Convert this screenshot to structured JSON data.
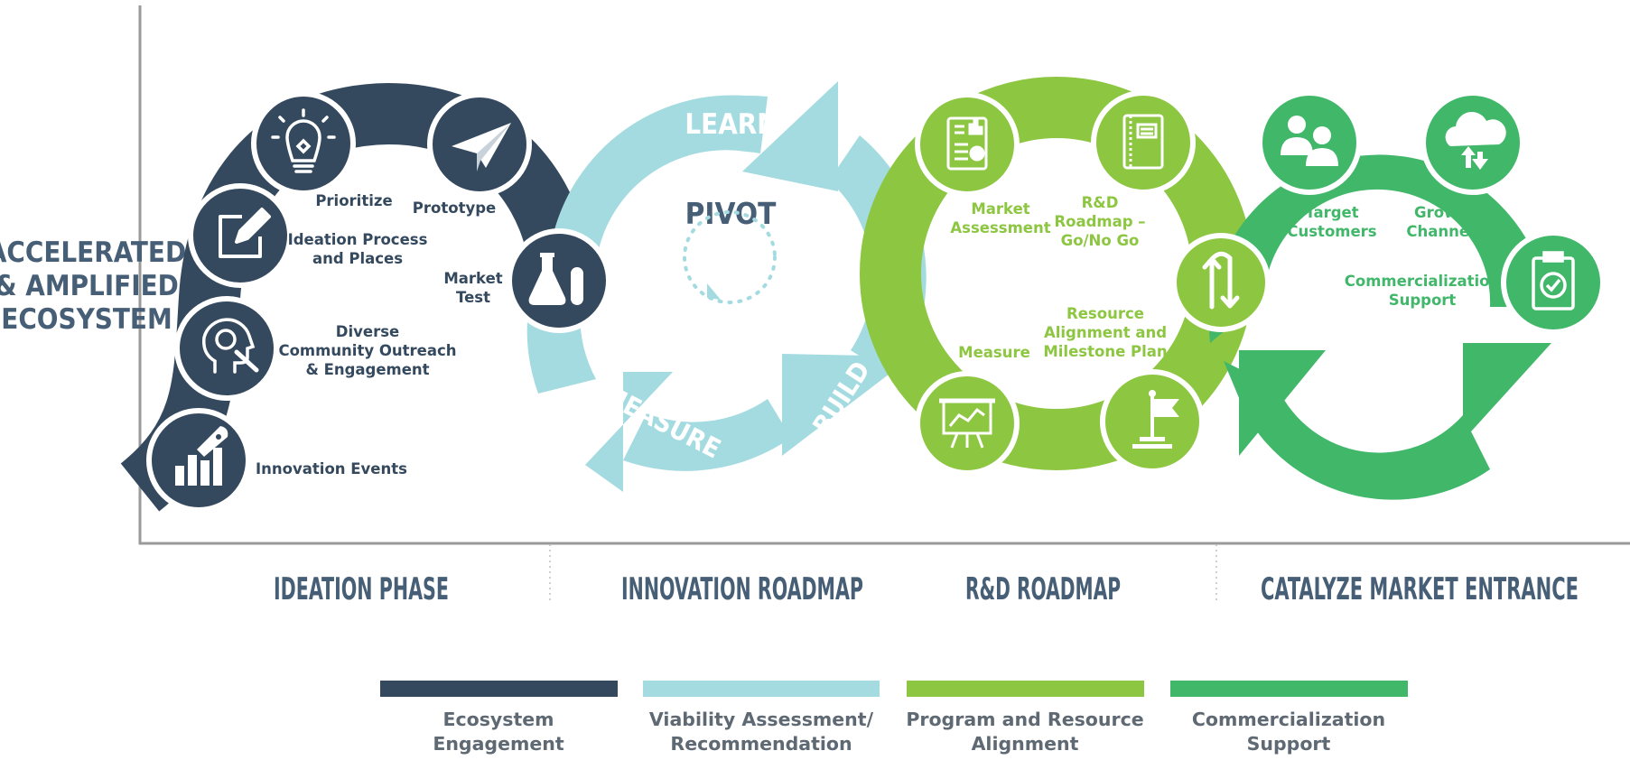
{
  "colors": {
    "navy": "#34495e",
    "light_blue": "#a3dbe0",
    "lime_green": "#8dc641",
    "green": "#41b76a",
    "text_gray": "#5e6973",
    "axis_gray": "#999999",
    "white": "#ffffff"
  },
  "side_title": {
    "line1": "ACCELERATED",
    "line2": "& AMPLIFIED",
    "line3": "ECOSYSTEM"
  },
  "ideation": {
    "labels": {
      "prioritize": "Prioritize",
      "prototype": "Prototype",
      "ideation_process_1": "Ideation Process",
      "ideation_process_2": "and Places",
      "market_test_1": "Market",
      "market_test_2": "Test",
      "diverse_1": "Diverse",
      "diverse_2": "Community Outreach",
      "diverse_3": "& Engagement",
      "innovation_events": "Innovation Events"
    },
    "icons": [
      "lightbulb-icon",
      "paper-plane-icon",
      "edit-icon",
      "flask-icon",
      "head-gear-icon",
      "rocket-chart-icon"
    ]
  },
  "innovation": {
    "learn": "LEARN",
    "build": "BUILD",
    "measure": "MEASURE",
    "pivot": "PIVOT"
  },
  "rd": {
    "labels": {
      "market_1": "Market",
      "market_2": "Assessment",
      "rd_1": "R&D",
      "rd_2": "Roadmap –",
      "rd_3": "Go/No Go",
      "resource_1": "Resource",
      "resource_2": "Alignment and",
      "resource_3": "Milestone Plan",
      "measure": "Measure"
    },
    "icons": [
      "report-icon",
      "notebook-icon",
      "presentation-board-icon",
      "flag-icon",
      "swap-arrows-icon"
    ]
  },
  "commercial": {
    "labels": {
      "target_1": "Target",
      "target_2": "Customers",
      "growth_1": "Growth",
      "growth_2": "Channels",
      "support_1": "Commercialization",
      "support_2": "Support"
    },
    "icons": [
      "people-icon",
      "cloud-arrows-icon",
      "clipboard-check-icon"
    ]
  },
  "phases": [
    "IDEATION PHASE",
    "INNOVATION ROADMAP",
    "R&D ROADMAP",
    "CATALYZE MARKET ENTRANCE"
  ],
  "legend": [
    {
      "line1": "Ecosystem",
      "line2": "Engagement",
      "color": "#34495e"
    },
    {
      "line1": "Viability Assessment/",
      "line2": "Recommendation",
      "color": "#a3dbe0"
    },
    {
      "line1": "Program and Resource",
      "line2": "Alignment",
      "color": "#8dc641"
    },
    {
      "line1": "Commercialization",
      "line2": "Support",
      "color": "#41b76a"
    }
  ]
}
